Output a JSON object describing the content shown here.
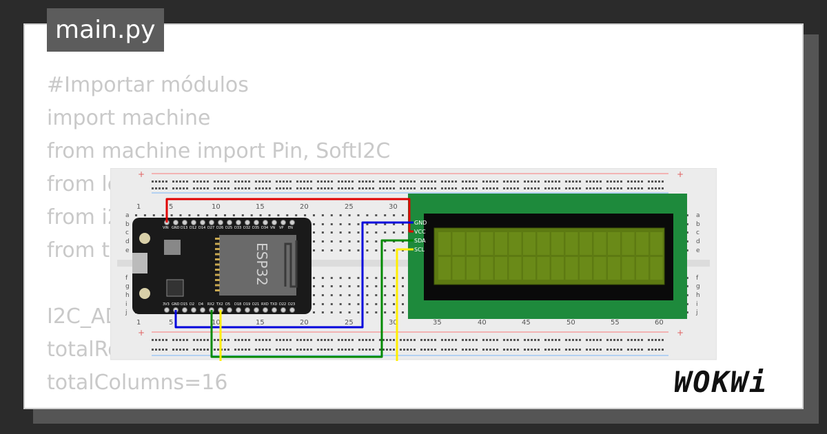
{
  "tab": {
    "filename": "main.py"
  },
  "code_lines": [
    "#Importar módulos",
    "import machine",
    "from machine import Pin, SoftI2C",
    "from lc",
    "from i2",
    "from t",
    "",
    "I2C_AD",
    "totalRo",
    "totalColumns=16"
  ],
  "breadboard": {
    "columns_top": [
      "1",
      "5",
      "10",
      "15",
      "20",
      "25",
      "30"
    ],
    "columns_bottom": [
      "1",
      "5",
      "10",
      "15",
      "20",
      "25",
      "30",
      "35",
      "40",
      "45",
      "50",
      "55",
      "60"
    ],
    "rows_left": [
      "a",
      "b",
      "c",
      "d",
      "e",
      "f",
      "g",
      "h",
      "i",
      "j"
    ],
    "plus": "+"
  },
  "esp32": {
    "chip_label": "ESP32",
    "pins_top": [
      "VIN",
      "GND",
      "D13",
      "D12",
      "D14",
      "D27",
      "D26",
      "D25",
      "D33",
      "D32",
      "D35",
      "D34",
      "VN",
      "VP",
      "EN"
    ],
    "pins_bottom": [
      "3V3",
      "GND",
      "D15",
      "D2",
      "D4",
      "RX2",
      "TX2",
      "D5",
      "D18",
      "D19",
      "D21",
      "RXD",
      "TXD",
      "D22",
      "D23"
    ]
  },
  "lcd": {
    "pins": [
      "GND",
      "VCC",
      "SDA",
      "SCL"
    ],
    "board_color": "#1e8a3c",
    "screen_color": "#5d7a12"
  },
  "wires": {
    "red": "#e00000",
    "blue": "#0000dd",
    "green": "#008a00",
    "yellow": "#ffee00"
  },
  "brand": {
    "logo": "WOKWi"
  }
}
